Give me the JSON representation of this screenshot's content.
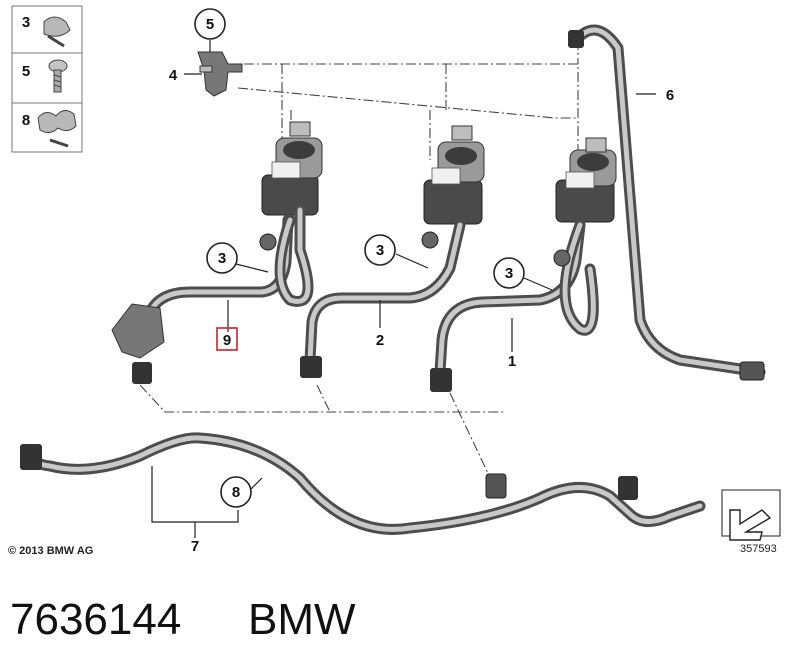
{
  "legend": [
    {
      "number": "3",
      "icon": "hose-clamp-icon"
    },
    {
      "number": "5",
      "icon": "screw-icon"
    },
    {
      "number": "8",
      "icon": "double-clamp-icon"
    }
  ],
  "callouts": {
    "c5": "5",
    "c4": "4",
    "c6": "6",
    "c3a": "3",
    "c3b": "3",
    "c3c": "3",
    "c9": "9",
    "c2": "2",
    "c1": "1",
    "c8": "8",
    "c7": "7"
  },
  "footer": {
    "copyright": "© 2013 BMW AG",
    "figure_number": "357593",
    "part_number": "7636144",
    "brand": "BMW"
  },
  "colors": {
    "hose_outline": "#4d4d4d",
    "hose_fill": "#c9c9c9",
    "highlight_box": "#d0202a"
  }
}
